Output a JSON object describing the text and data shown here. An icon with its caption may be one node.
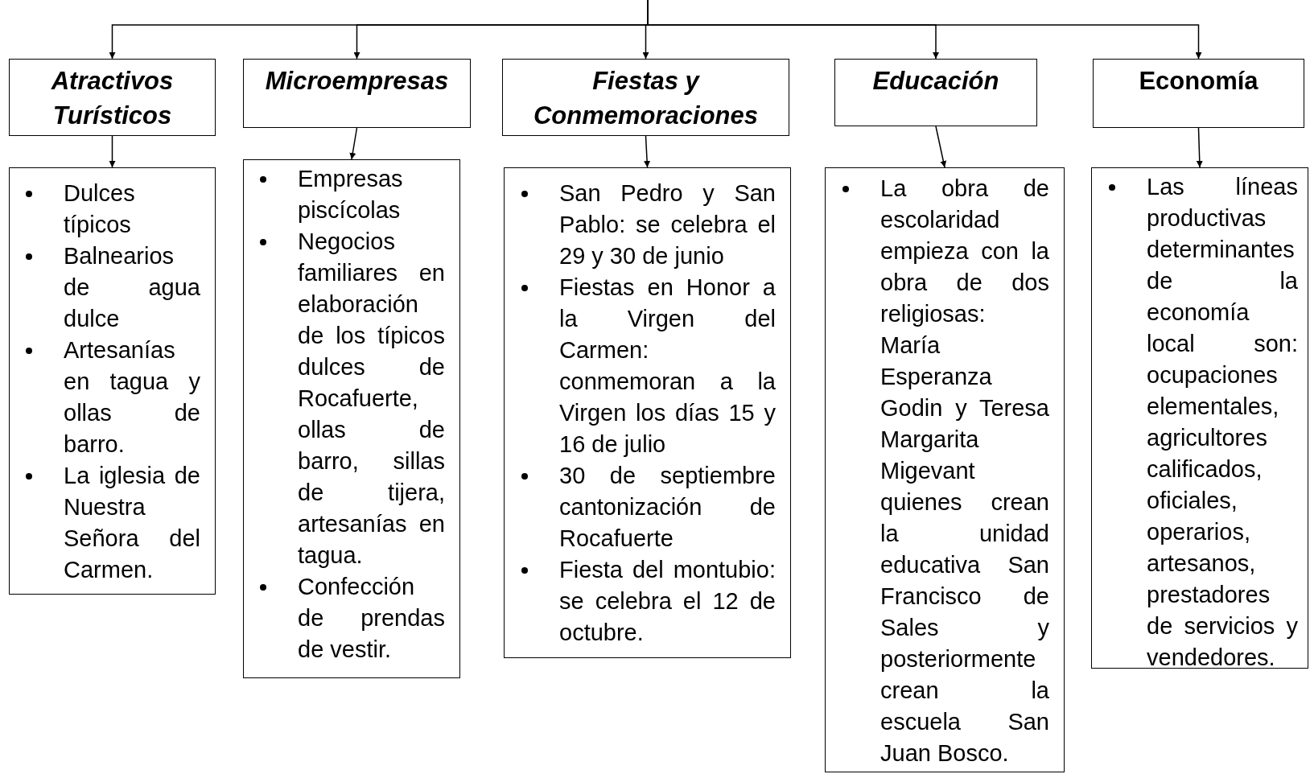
{
  "diagram": {
    "nodes": [
      {
        "text": [
          "Atractivos Turísticos"
        ]
      },
      {
        "text": [
          "Dulces típicos",
          "Balnearios de agua dulce",
          "Artesanías en tagua y ollas de barro.",
          "La iglesia de Nuestra Señora del Carmen."
        ]
      },
      {
        "text": [
          "Microempresas"
        ]
      },
      {
        "text": [
          "Empresas piscícolas",
          "Negocios familiares en elaboración de los típicos dulces de Rocafuerte, ollas de barro, sillas de tijera, artesanías en tagua.",
          "Confección de prendas de vestir."
        ]
      },
      {
        "text": [
          "Fiestas y Conmemoraciones"
        ]
      },
      {
        "text": [
          "San Pedro y San Pablo: se celebra el 29 y 30 de junio",
          "Fiestas en Honor a la Virgen del Carmen: conmemoran a la Virgen los días 15 y 16 de julio",
          "30 de septiembre cantonización de Rocafuerte",
          "Fiesta del montubio: se celebra el 12 de octubre."
        ]
      },
      {
        "text": [
          "Educación"
        ]
      },
      {
        "text": [
          "La obra de escolaridad empieza con la obra de dos religiosas: María Esperanza Godin y Teresa Margarita Migevant quienes crean la unidad educativa San Francisco de Sales y posteriormente crean la escuela San Juan Bosco."
        ]
      },
      {
        "text": [
          "Economía"
        ]
      },
      {
        "text": [
          "Las líneas productivas determinantes de la economía local son: ocupaciones elementales, agricultores calificados, oficiales, operarios, artesanos, prestadores de servicios y vendedores."
        ]
      }
    ],
    "edges": [
      {
        "from": null,
        "to": 0,
        "arrow": "to"
      },
      {
        "from": null,
        "to": 2,
        "arrow": "to"
      },
      {
        "from": null,
        "to": 4,
        "arrow": "to"
      },
      {
        "from": null,
        "to": 6,
        "arrow": "to"
      },
      {
        "from": null,
        "to": 8,
        "arrow": "to"
      },
      {
        "from": 0,
        "to": 1,
        "arrow": "to"
      },
      {
        "from": 2,
        "to": 3,
        "arrow": "to"
      },
      {
        "from": 4,
        "to": 5,
        "arrow": "to"
      },
      {
        "from": 6,
        "to": 7,
        "arrow": "to"
      },
      {
        "from": 8,
        "to": 9,
        "arrow": "to"
      }
    ]
  }
}
